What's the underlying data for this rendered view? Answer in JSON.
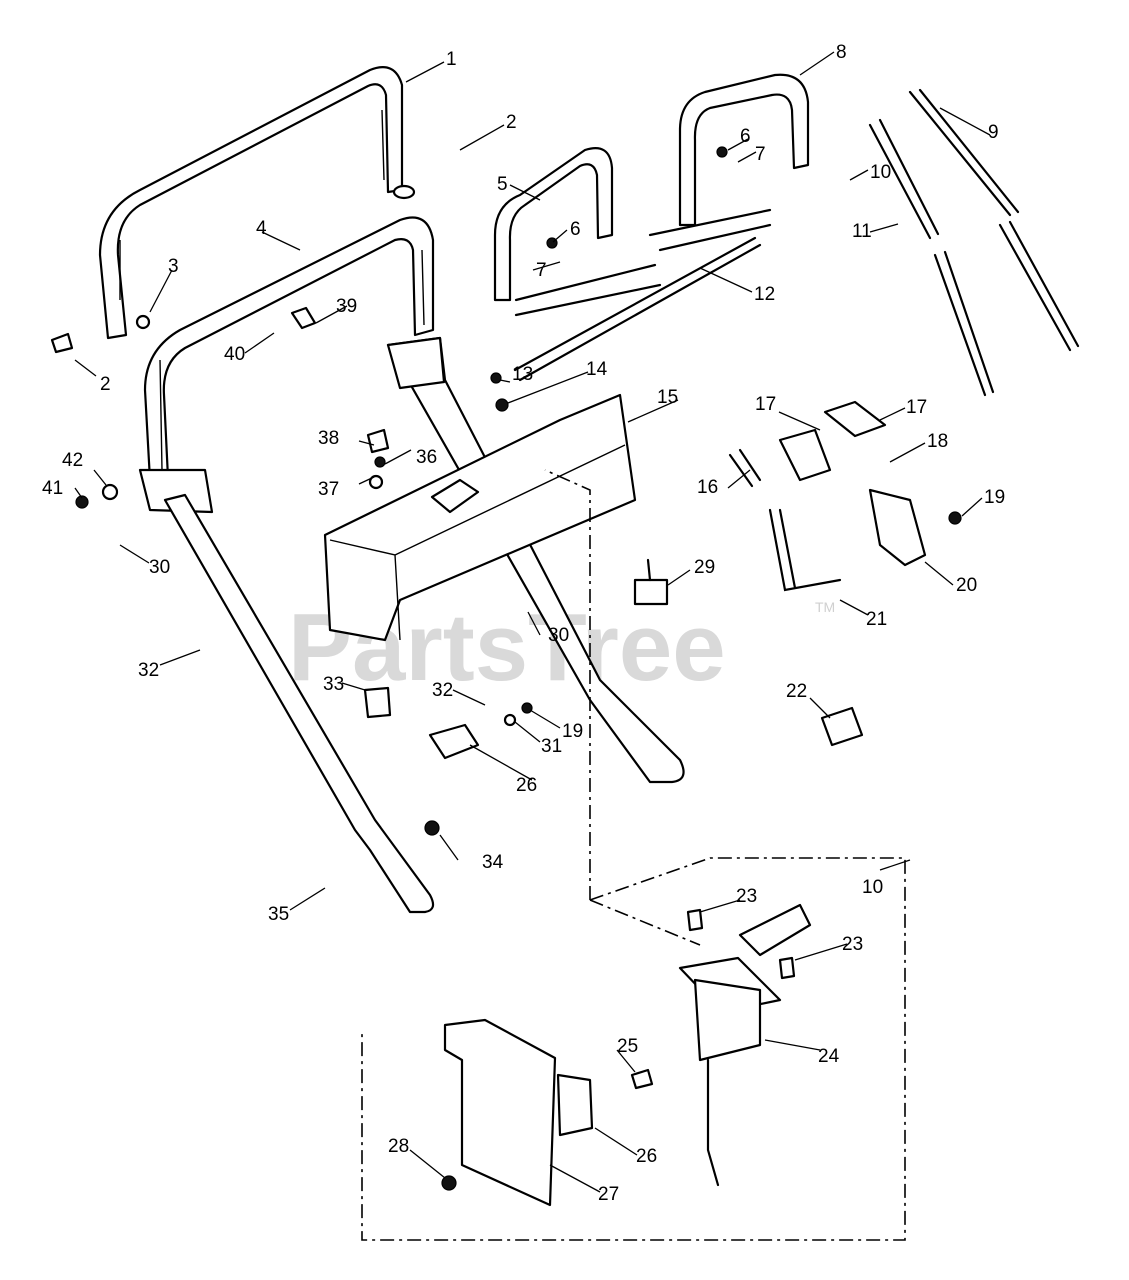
{
  "watermark": {
    "text": "PartsTree",
    "trademark": "TM"
  },
  "callouts": [
    "1",
    "2",
    "2",
    "3",
    "4",
    "5",
    "6",
    "6",
    "7",
    "7",
    "8",
    "9",
    "10",
    "10",
    "11",
    "12",
    "13",
    "14",
    "15",
    "16",
    "17",
    "17",
    "18",
    "19",
    "19",
    "20",
    "21",
    "22",
    "23",
    "23",
    "24",
    "25",
    "26",
    "26",
    "27",
    "28",
    "29",
    "30",
    "30",
    "31",
    "32",
    "32",
    "33",
    "34",
    "35",
    "36",
    "37",
    "38",
    "39",
    "40",
    "41",
    "42"
  ]
}
